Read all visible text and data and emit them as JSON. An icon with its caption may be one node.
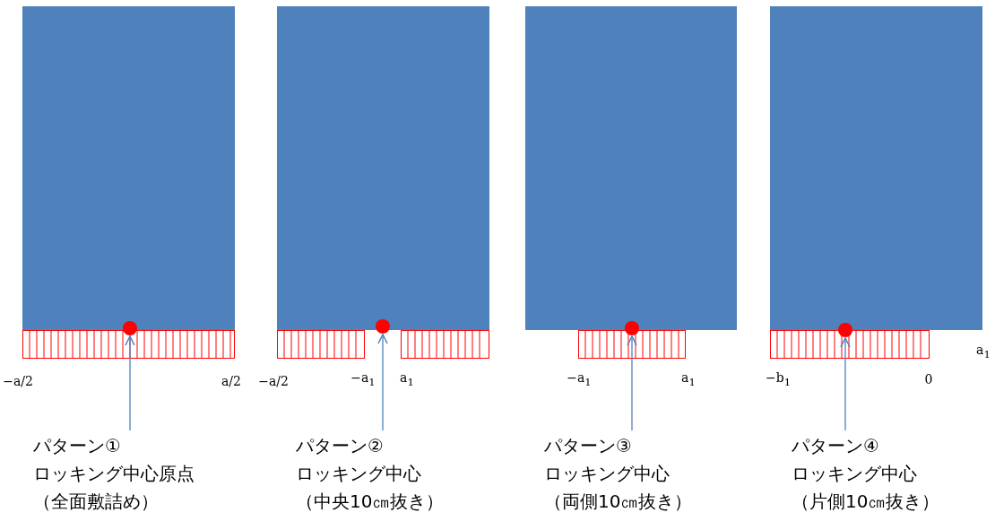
{
  "diagram": {
    "nodes": [
      {
        "text": [],
        "shape": "circle"
      },
      {
        "text": [],
        "shape": "circle"
      },
      {
        "text": [],
        "shape": "circle"
      },
      {
        "text": [],
        "shape": "circle"
      },
      {
        "text": [
          "パターン①",
          "ロッキング中心原点",
          "（全面敷詰め）"
        ]
      },
      {
        "text": [
          "パターン②",
          "ロッキング中心",
          "（中央10㎝抜き）"
        ]
      },
      {
        "text": [
          "パターン③",
          "ロッキング中心",
          "（両側10㎝抜き）"
        ]
      },
      {
        "text": [
          "パターン④",
          "ロッキング中心",
          "（片側10㎝抜き）"
        ]
      }
    ],
    "edges": [
      {
        "from": 4,
        "to": 0,
        "arrow": "to"
      },
      {
        "from": 5,
        "to": 1,
        "arrow": "to"
      },
      {
        "from": 6,
        "to": 2,
        "arrow": "to"
      },
      {
        "from": 7,
        "to": 3,
        "arrow": "to"
      }
    ],
    "labels": [
      "a$_{1}$",
      "−a/2",
      "a/2",
      "−a/2",
      "−a$_{1}$",
      "a$_{1}$",
      "−a$_{1}$",
      "a$_{1}$",
      "−b$_{1}$",
      "0"
    ]
  }
}
